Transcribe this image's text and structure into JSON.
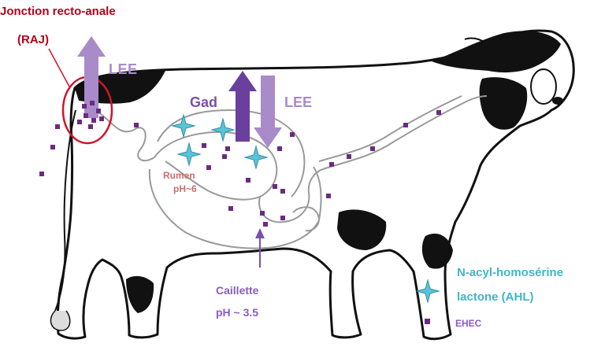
{
  "labels": {
    "raj_title": "Jonction recto-anale",
    "raj_abbr": "(RAJ)",
    "lee_left": "LEE",
    "gad": "Gad",
    "lee_right": "LEE",
    "rumen": "Rumen",
    "rumen_ph": "pH~6",
    "caillette": "Caillette",
    "caillette_ph": "pH ~ 3.5",
    "legend_ahl_line1": "N-acyl-homosérine",
    "legend_ahl_line2": "lactone (AHL)",
    "legend_ehec": "EHEC"
  },
  "colors": {
    "raj_red": "#b3001b",
    "lee_light_purple": "#a88bc8",
    "gad_dark_purple": "#6a3f9e",
    "ahl_cyan": "#5bc3d6",
    "ehec_purple": "#6b2a82",
    "rumen_text": "#c86d6d"
  },
  "icons": {
    "ahl_marker": "four-point-star-icon",
    "ehec_marker": "small-square-dot-icon"
  }
}
